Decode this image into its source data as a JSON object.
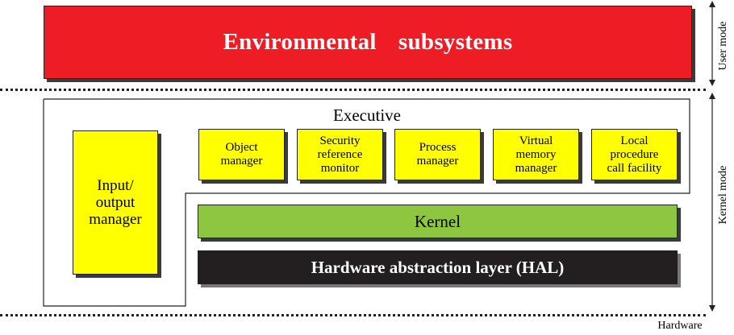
{
  "environmental_subsystems": "Environmental  subsystems",
  "executive": {
    "title": "Executive",
    "components": [
      "Object\nmanager",
      "Security\nreference\nmonitor",
      "Process\nmanager",
      "Virtual\nmemory\nmanager",
      "Local\nprocedure\ncall facility"
    ],
    "io_manager": "Input/\noutput\nmanager"
  },
  "kernel": "Kernel",
  "hal": "Hardware abstraction layer (HAL)",
  "modes": {
    "user": "User mode",
    "kernel": "Kernel mode",
    "hardware": "Hardware"
  },
  "colors": {
    "environmental": "#ee1c24",
    "component": "#ffff00",
    "kernel": "#8dc63f",
    "hal": "#231f20"
  }
}
